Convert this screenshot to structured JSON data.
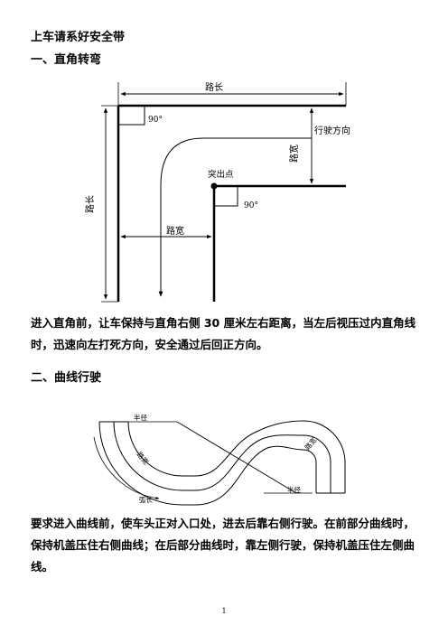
{
  "document": {
    "title": "上车请系好安全带",
    "section1": {
      "heading": "一、直角转弯",
      "paragraph": "进入直角前，让车保持与直角右侧 30 厘米左右距离，当左后视压过内直角线时，迅速向左打死方向，安全通过后回正方向。"
    },
    "section2": {
      "heading": "二、曲线行驶",
      "paragraph": "要求进入曲线前，使车头正对入口处，进去后靠右侧行驶。在前部分曲线时，保持机盖压住右侧曲线；在后部分曲线时，靠左侧行驶，保持机盖压住左侧曲线。"
    },
    "page_number": "1"
  },
  "diagram1": {
    "road_length_top": "路长",
    "driving_direction": "行驶方向",
    "road_width_right": "路宽",
    "angle_top": "90°",
    "protrusion_point": "突出点",
    "angle_bottom": "90°",
    "road_length_left": "路长",
    "road_width_bottom": "路宽"
  },
  "diagram2": {
    "radius_top": "半径",
    "road_width_left": "路宽",
    "arc_length": "弧长",
    "road_width_right": "路宽",
    "radius_bottom": "半径"
  }
}
